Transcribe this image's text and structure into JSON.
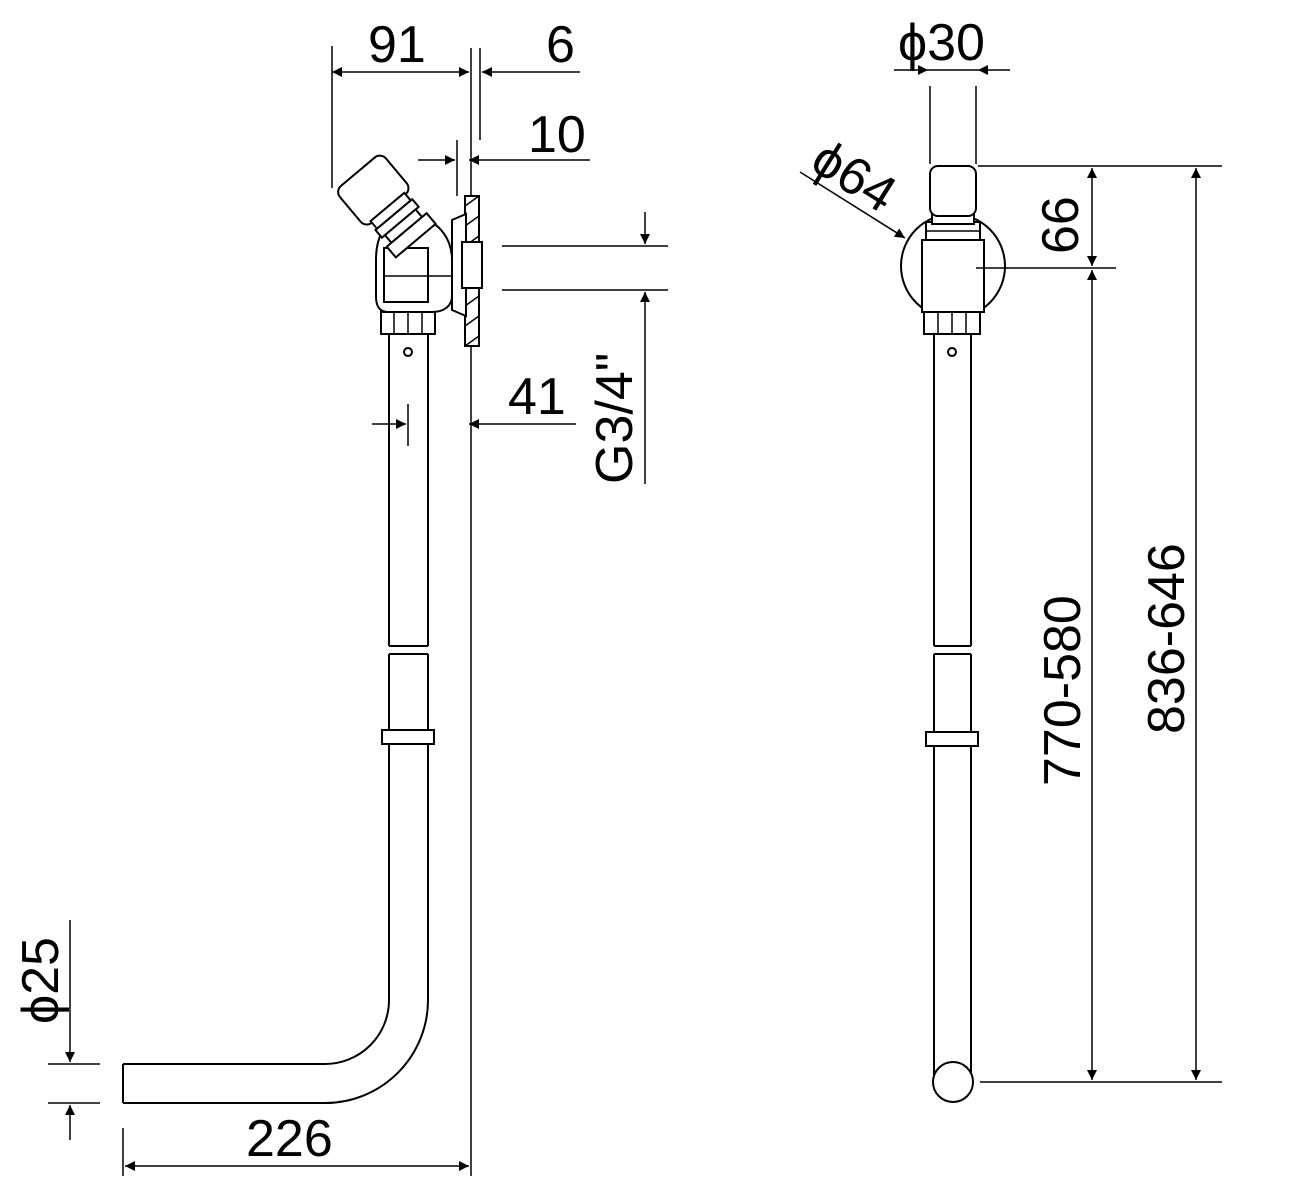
{
  "dimensions": {
    "width_91": "91",
    "offset_6": "6",
    "offset_10": "10",
    "offset_41": "41",
    "thread": "G3/4\"",
    "diameter_25": "ϕ25",
    "length_226": "226",
    "diameter_30": "ϕ30",
    "diameter_64": "ϕ64",
    "height_66": "66",
    "range_770_580": "770-580",
    "range_836_646": "836-646"
  },
  "colors": {
    "line": "#000000",
    "background": "#ffffff"
  }
}
